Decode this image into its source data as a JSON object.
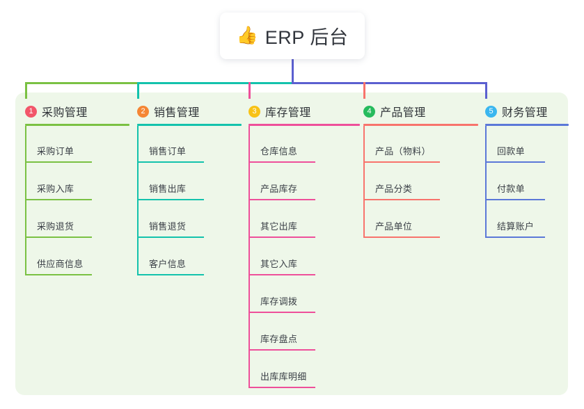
{
  "diagram": {
    "title": {
      "icon": "thumbs-up-icon",
      "emoji": "👍",
      "label": "ERP 后台"
    },
    "panel_color": "#eef7e9",
    "stem_color": "#5b5fd0",
    "bus": {
      "segment_left_color": "#7ac143",
      "segment_mid_color": "#13c2ac",
      "segment_right_color": "#5b5fd0"
    },
    "columns": [
      {
        "number": "1",
        "title": "采购管理",
        "badge_color": "#f2566a",
        "line_color": "#7ac143",
        "drop_color": "#7ac143",
        "items": [
          {
            "label": "采购订单"
          },
          {
            "label": "采购入库"
          },
          {
            "label": "采购退货"
          },
          {
            "label": "供应商信息"
          }
        ]
      },
      {
        "number": "2",
        "title": "销售管理",
        "badge_color": "#f58634",
        "line_color": "#13c2ac",
        "drop_color": "#13c2ac",
        "items": [
          {
            "label": "销售订单"
          },
          {
            "label": "销售出库"
          },
          {
            "label": "销售退货"
          },
          {
            "label": "客户信息"
          }
        ]
      },
      {
        "number": "3",
        "title": "库存管理",
        "badge_color": "#f8c215",
        "line_color": "#ee4f9a",
        "drop_color": "#ee4f9a",
        "items": [
          {
            "label": "仓库信息"
          },
          {
            "label": "产品库存"
          },
          {
            "label": "其它出库"
          },
          {
            "label": "其它入库"
          },
          {
            "label": "库存调拨"
          },
          {
            "label": "库存盘点"
          },
          {
            "label": "出库库明细"
          }
        ]
      },
      {
        "number": "4",
        "title": "产品管理",
        "badge_color": "#26bb5d",
        "line_color": "#f8736c",
        "drop_color": "#f8736c",
        "items": [
          {
            "label": "产品（物料）"
          },
          {
            "label": "产品分类"
          },
          {
            "label": "产品单位"
          }
        ]
      },
      {
        "number": "5",
        "title": "财务管理",
        "badge_color": "#3ab6ef",
        "line_color": "#5b78d8",
        "drop_color": "#5b5fd0",
        "items": [
          {
            "label": "回款单"
          },
          {
            "label": "付款单"
          },
          {
            "label": "结算账户"
          }
        ]
      }
    ]
  }
}
